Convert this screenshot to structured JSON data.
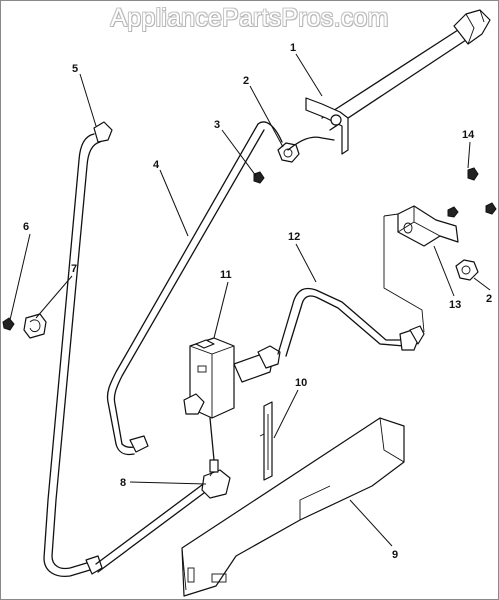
{
  "watermark": "AppliancePartsPros.com",
  "callouts": {
    "c1": "1",
    "c2a": "2",
    "c2b": "2",
    "c3": "3",
    "c4": "4",
    "c5": "5",
    "c6": "6",
    "c7": "7",
    "c8": "8",
    "c9": "9",
    "c10": "10",
    "c11": "11",
    "c12": "12",
    "c13": "13",
    "c14": "14"
  }
}
